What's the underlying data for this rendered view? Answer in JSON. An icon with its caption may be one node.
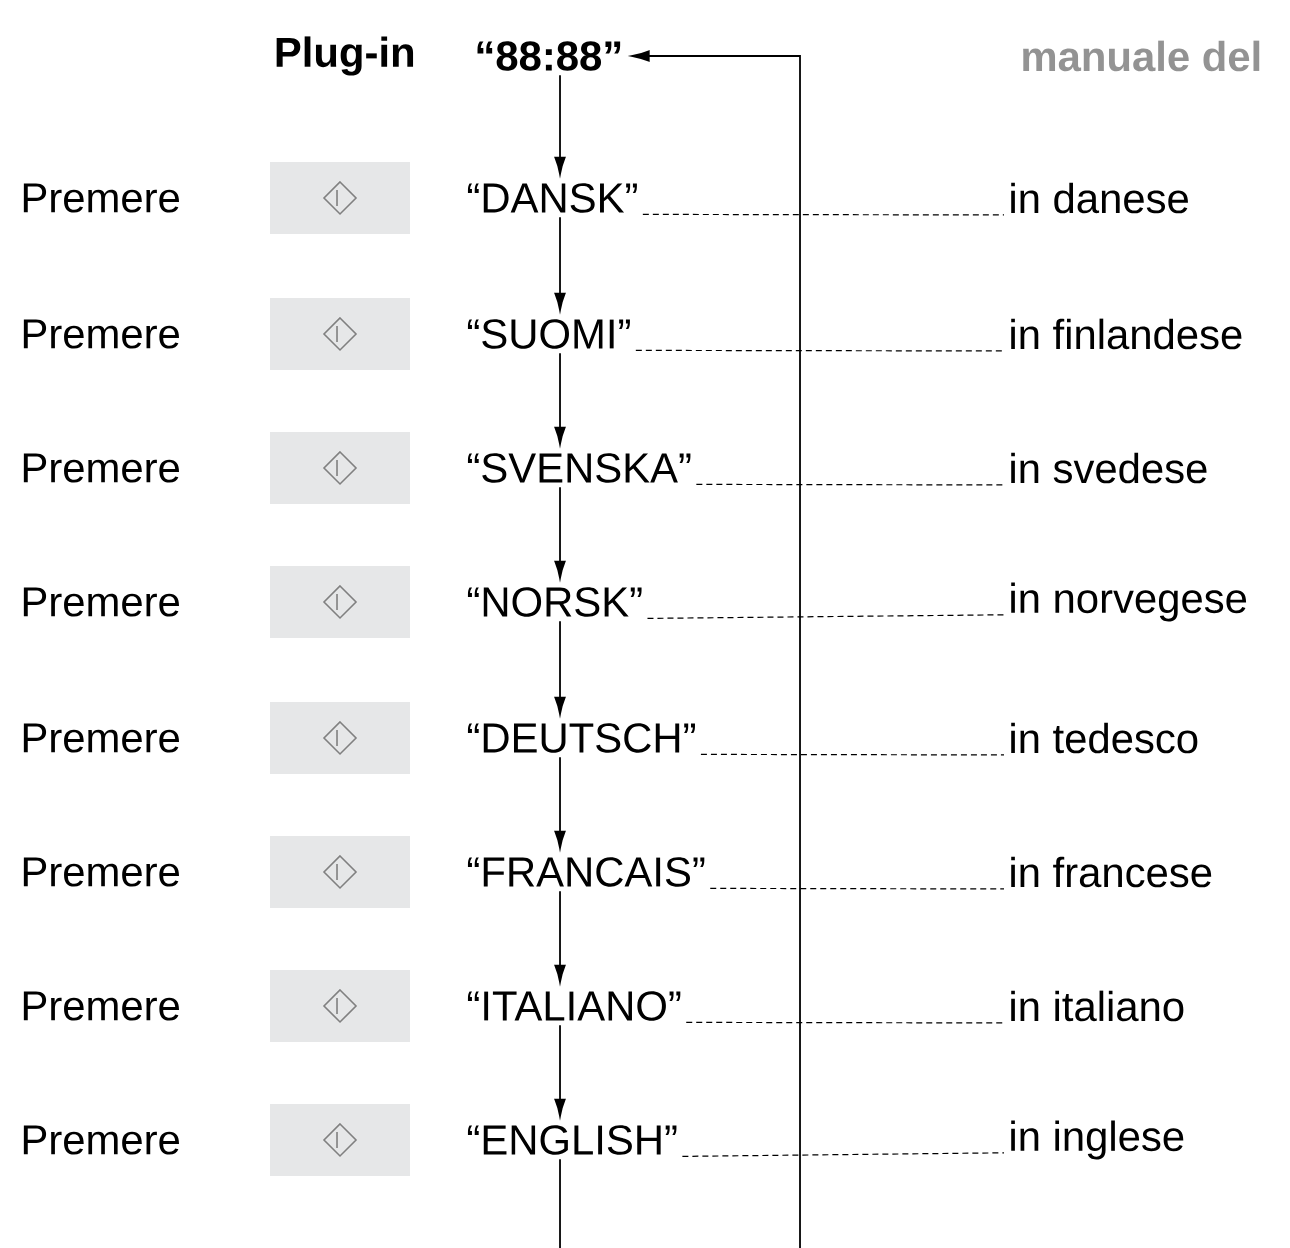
{
  "diagram": {
    "nodes": [
      {
        "text": [
          "“88:88”"
        ]
      },
      {
        "text": [
          "“DANSK”"
        ]
      },
      {
        "text": [
          "in danese"
        ]
      },
      {
        "text": [
          "“SUOMI”"
        ]
      },
      {
        "text": [
          "in finlandese"
        ]
      },
      {
        "text": [
          "“SVENSKA”"
        ]
      },
      {
        "text": [
          "in svedese"
        ]
      },
      {
        "text": [
          "“NORSK”"
        ]
      },
      {
        "text": [
          "in norvegese"
        ]
      },
      {
        "text": [
          "“DEUTSCH”"
        ]
      },
      {
        "text": [
          "in tedesco"
        ]
      },
      {
        "text": [
          "“FRANCAIS”"
        ]
      },
      {
        "text": [
          "in francese"
        ]
      },
      {
        "text": [
          "“ITALIANO”"
        ]
      },
      {
        "text": [
          "in italiano"
        ]
      },
      {
        "text": [
          "“ENGLISH”"
        ]
      },
      {
        "text": [
          "in inglese"
        ]
      }
    ],
    "edges": [
      {
        "from": 0,
        "to": 1,
        "arrow": "to"
      },
      {
        "from": 1,
        "to": 2,
        "arrow": "none",
        "style": "dashed"
      },
      {
        "from": 1,
        "to": 3,
        "arrow": "to"
      },
      {
        "from": 3,
        "to": 4,
        "arrow": "none",
        "style": "dashed"
      },
      {
        "from": 3,
        "to": 5,
        "arrow": "to"
      },
      {
        "from": 5,
        "to": 6,
        "arrow": "none",
        "style": "dashed"
      },
      {
        "from": 5,
        "to": 7,
        "arrow": "to"
      },
      {
        "from": 7,
        "to": 8,
        "arrow": "none",
        "style": "dashed"
      },
      {
        "from": 7,
        "to": 9,
        "arrow": "to"
      },
      {
        "from": 9,
        "to": 10,
        "arrow": "none",
        "style": "dashed"
      },
      {
        "from": 9,
        "to": 11,
        "arrow": "to"
      },
      {
        "from": 11,
        "to": 12,
        "arrow": "none",
        "style": "dashed"
      },
      {
        "from": 11,
        "to": 13,
        "arrow": "to"
      },
      {
        "from": 13,
        "to": 14,
        "arrow": "none",
        "style": "dashed"
      },
      {
        "from": 13,
        "to": 15,
        "arrow": "to"
      },
      {
        "from": 15,
        "to": 16,
        "arrow": "none",
        "style": "dashed"
      },
      {
        "from": 15,
        "to": null,
        "arrow": "none"
      },
      {
        "from": null,
        "to": 0,
        "arrow": "to"
      }
    ],
    "labels": [
      "Plug-in",
      "manuale del",
      "Premere",
      "Premere",
      "Premere",
      "Premere",
      "Premere",
      "Premere",
      "Premere",
      "Premere"
    ]
  }
}
